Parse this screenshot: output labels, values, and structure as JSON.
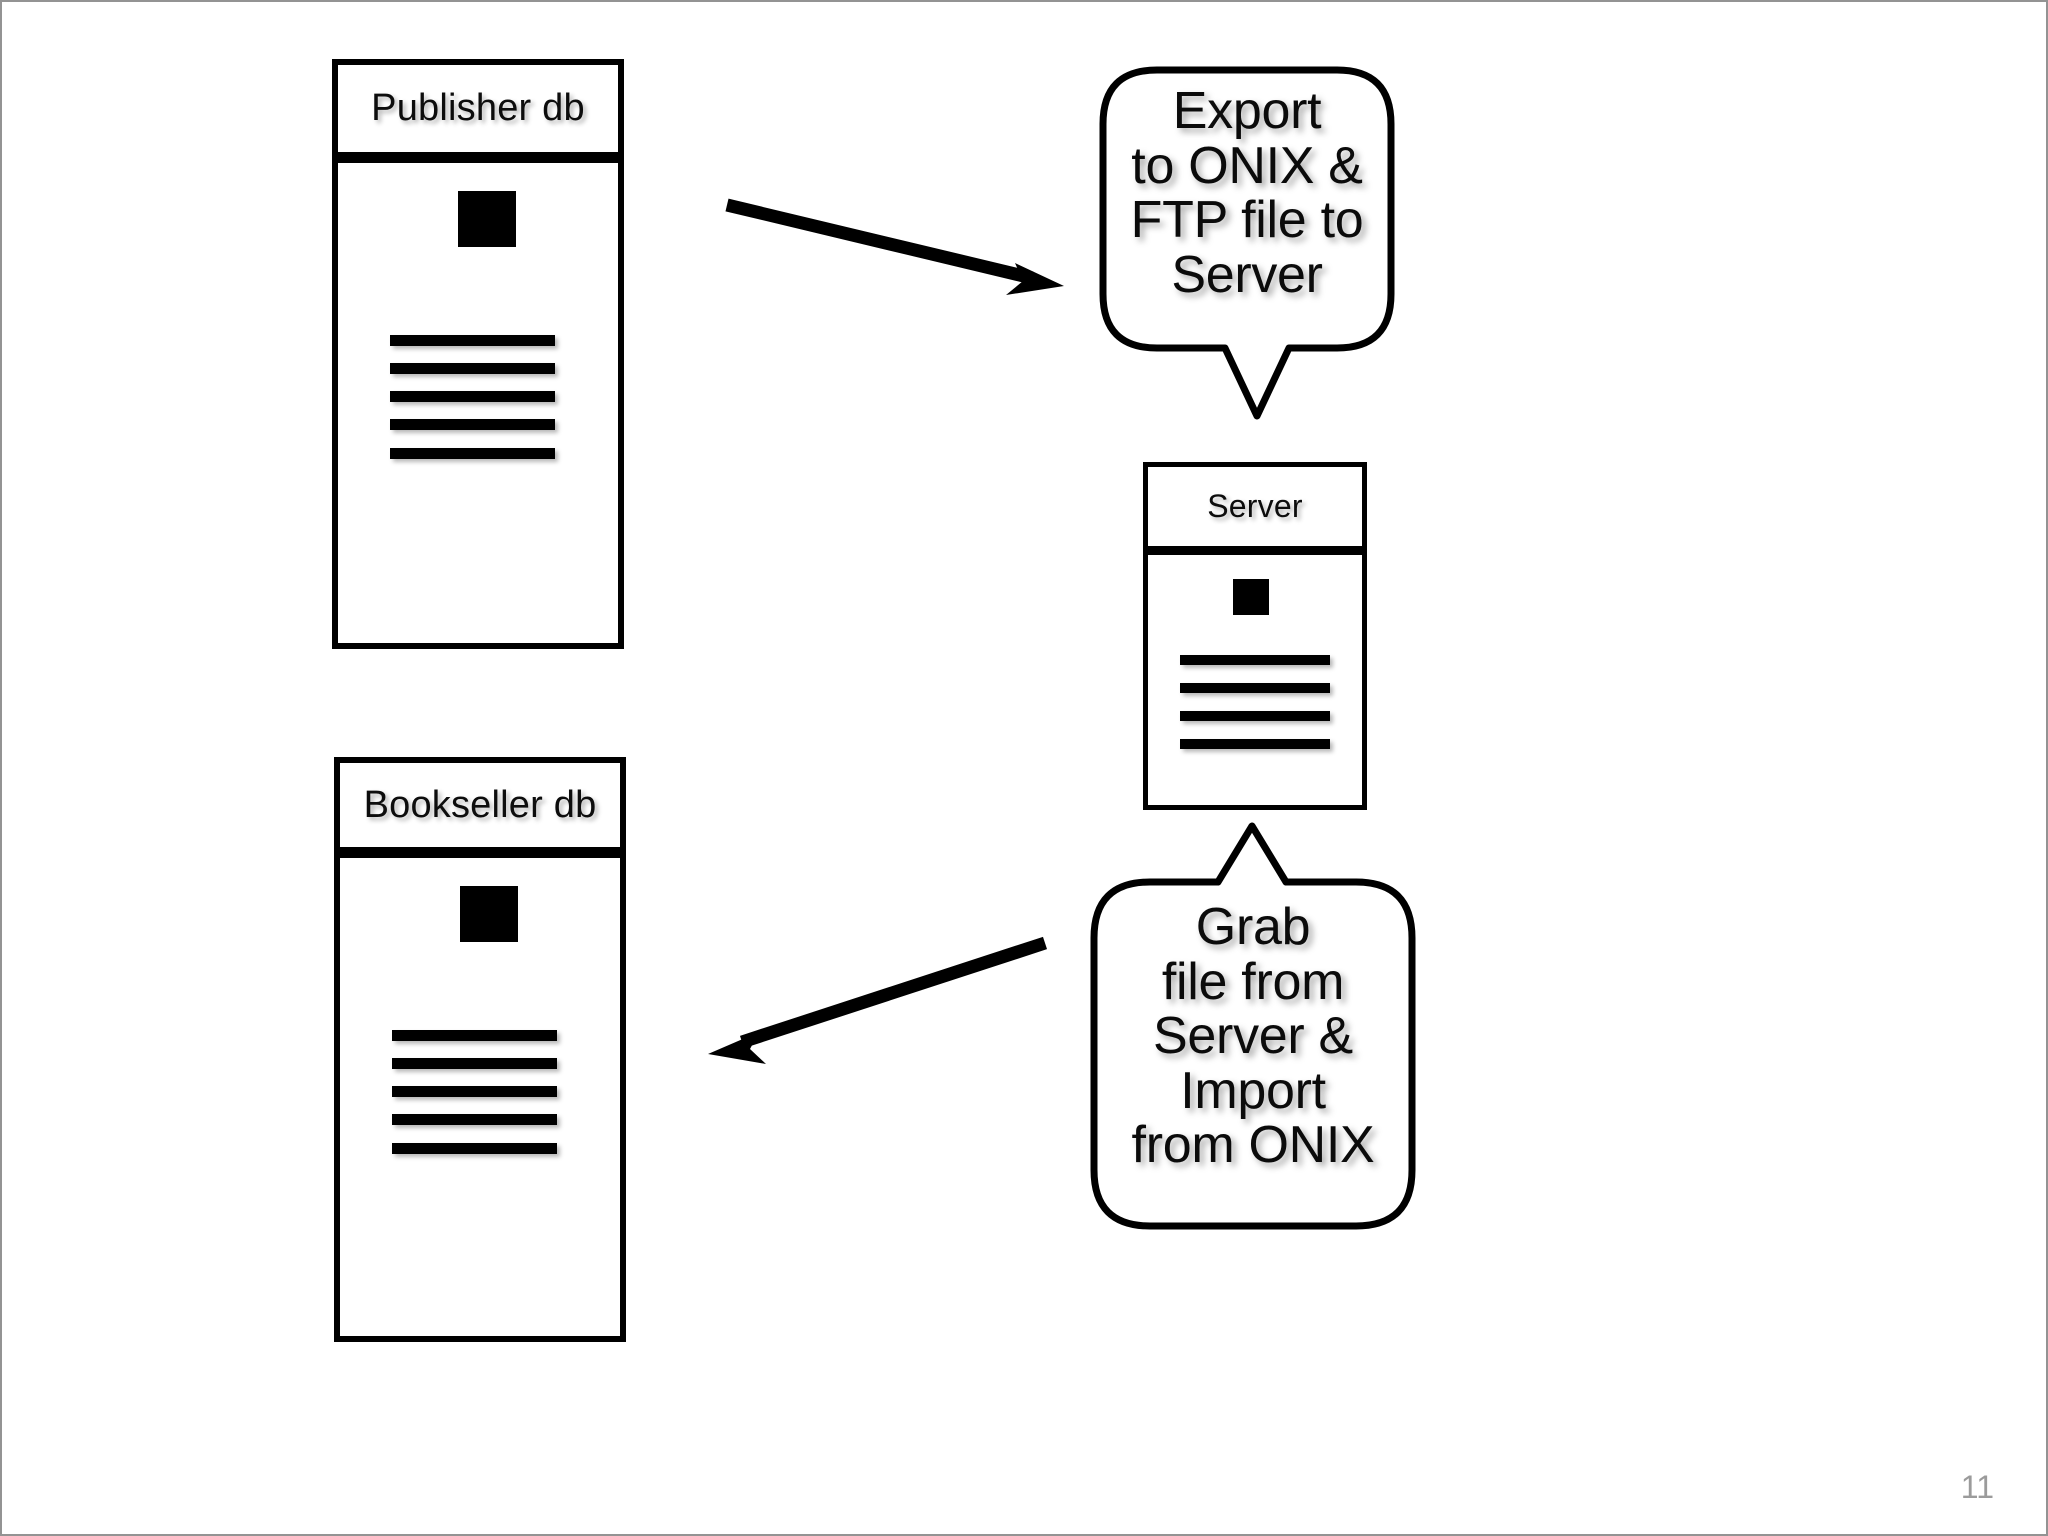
{
  "slide": {
    "page_number": "11",
    "background_color": "#ffffff",
    "border_color": "#939393",
    "ink_color": "#000000",
    "page_number_color": "#9b9b9b"
  },
  "nodes": {
    "publisher_db": {
      "title": "Publisher db",
      "kind": "document-panel",
      "line_count": 5
    },
    "server": {
      "title": "Server",
      "kind": "document-panel",
      "line_count": 4
    },
    "bookseller_db": {
      "title": "Bookseller db",
      "kind": "document-panel",
      "line_count": 5
    }
  },
  "callouts": {
    "export": {
      "text": "Export\nto ONIX &\nFTP file to\nServer",
      "tail_direction": "down",
      "points_to": "Server"
    },
    "grab": {
      "text": "Grab\nfile from\nServer &\nImport\nfrom ONIX",
      "tail_direction": "up",
      "points_to": "Server"
    }
  },
  "connectors": {
    "publisher_to_export": {
      "label": "",
      "from": "Publisher db",
      "to": "Export to ONIX & FTP file to Server",
      "direction": "right-down"
    },
    "grab_to_bookseller": {
      "label": "",
      "from": "Grab file from Server & Import from ONIX",
      "to": "Bookseller db",
      "direction": "left-down"
    }
  }
}
